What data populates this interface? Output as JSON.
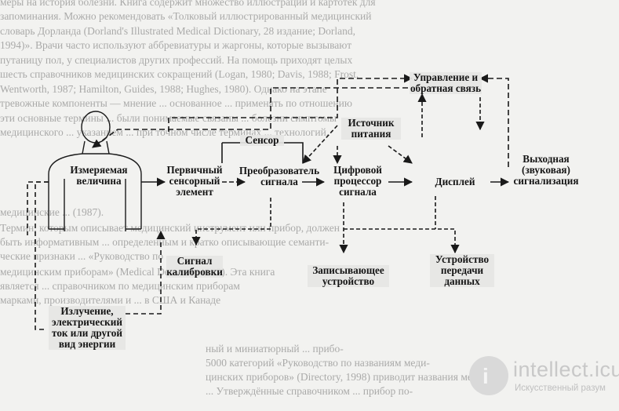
{
  "background_text": [
    "меры на история болезни. Книга содержит множество иллюстраций и картотек для",
    "запоминания. Можно рекомендовать «Толковый иллюстрированный медицинский",
    "словарь Дорланда (Dorland's Illustrated Medical Dictionary, 28 издание; Dorland,",
    "1994)». Врачи часто используют аббревиатуры и жаргоны, которые вызывают",
    "путаницу пол, у специалистов других профессий. На помощь приходят целых",
    "шесть справочников медицинских сокращений (Logan, 1980; Davis, 1988; Frost,",
    "Wentworth, 1987; Hamilton, Guides, 1988; Hughes, 1980). Однако на этапе",
    "тревожные компоненты — мнение ... основанное ... применять по отношению",
    "эти основные термины ... были понимаемые связаны ... болезни симптомы",
    "медицинского ... указанием ... при точном числе терминах ... технологий,",
    "медицинские ... (1987).",
    "    Термин, которым описывает медицинский инструмент или прибор, должен",
    "быть информативным ... определенным и кратко описывающие семанти-",
    "ческие признаки ... «Руководство по",
    "медицинским приборам» (Medical Device ... 1995). Эта книга",
    "является ... справочником по медицинским приборам",
    "марками, производителями и ... в США и Канаде",
    "ный и миниатюрный ... прибо-",
    "5000 категорий «Руководство по названиям меди-",
    "цинских приборов» (Directory, 1998) приводит названия ме-",
    "... Утверждённые справочником ... прибор по-"
  ],
  "diagram": {
    "labels": {
      "measured_value": [
        "Измеряемая",
        "величина"
      ],
      "primary_sensor": [
        "Первичный",
        "сенсорный",
        "элемент"
      ],
      "sensor": "Сенсор",
      "transducer": [
        "Преобразователь",
        "сигнала"
      ],
      "power_source": [
        "Источник",
        "питания"
      ],
      "dsp": [
        "Цифровой",
        "процессор",
        "сигнала"
      ],
      "display": "Дисплей",
      "output_alarm": [
        "Выходная",
        "(звуковая)",
        "сигнализация"
      ],
      "control_feedback": [
        "Управление и",
        "обратная связь"
      ],
      "calibration_signal": [
        "Сигнал",
        "калибровки"
      ],
      "recording_device": [
        "Записывающее",
        "устройство"
      ],
      "data_transmission": [
        "Устройство",
        "передачи",
        "данных"
      ],
      "energy": [
        "Излучение,",
        "электрический",
        "ток или другой",
        "вид энергии"
      ]
    }
  },
  "watermark": {
    "name": "intellect.icu",
    "sub": "Искусственный разум",
    "logo_glyph": "i"
  }
}
